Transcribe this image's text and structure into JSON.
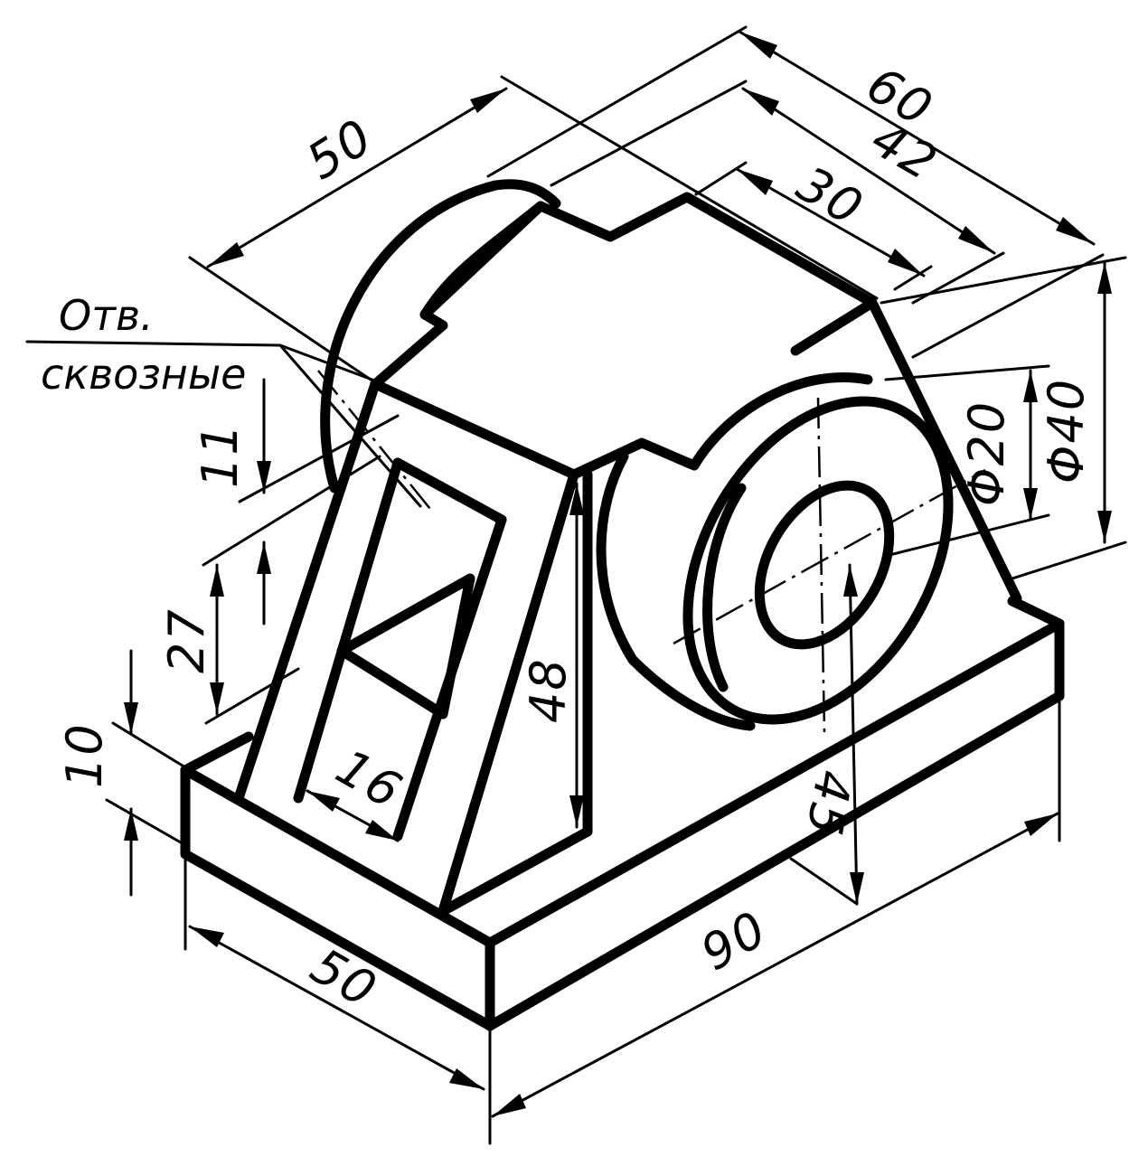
{
  "note": {
    "line1": "Отв.",
    "line2": "сквозные"
  },
  "dimensions": {
    "d60": "60",
    "d42": "42",
    "d30": "30",
    "d50_top": "50",
    "phi20": "Φ20",
    "phi40": "Φ40",
    "d11": "11",
    "d27": "27",
    "d10": "10",
    "d48": "48",
    "d16": "16",
    "d45": "45",
    "d50_base": "50",
    "d90": "90"
  }
}
